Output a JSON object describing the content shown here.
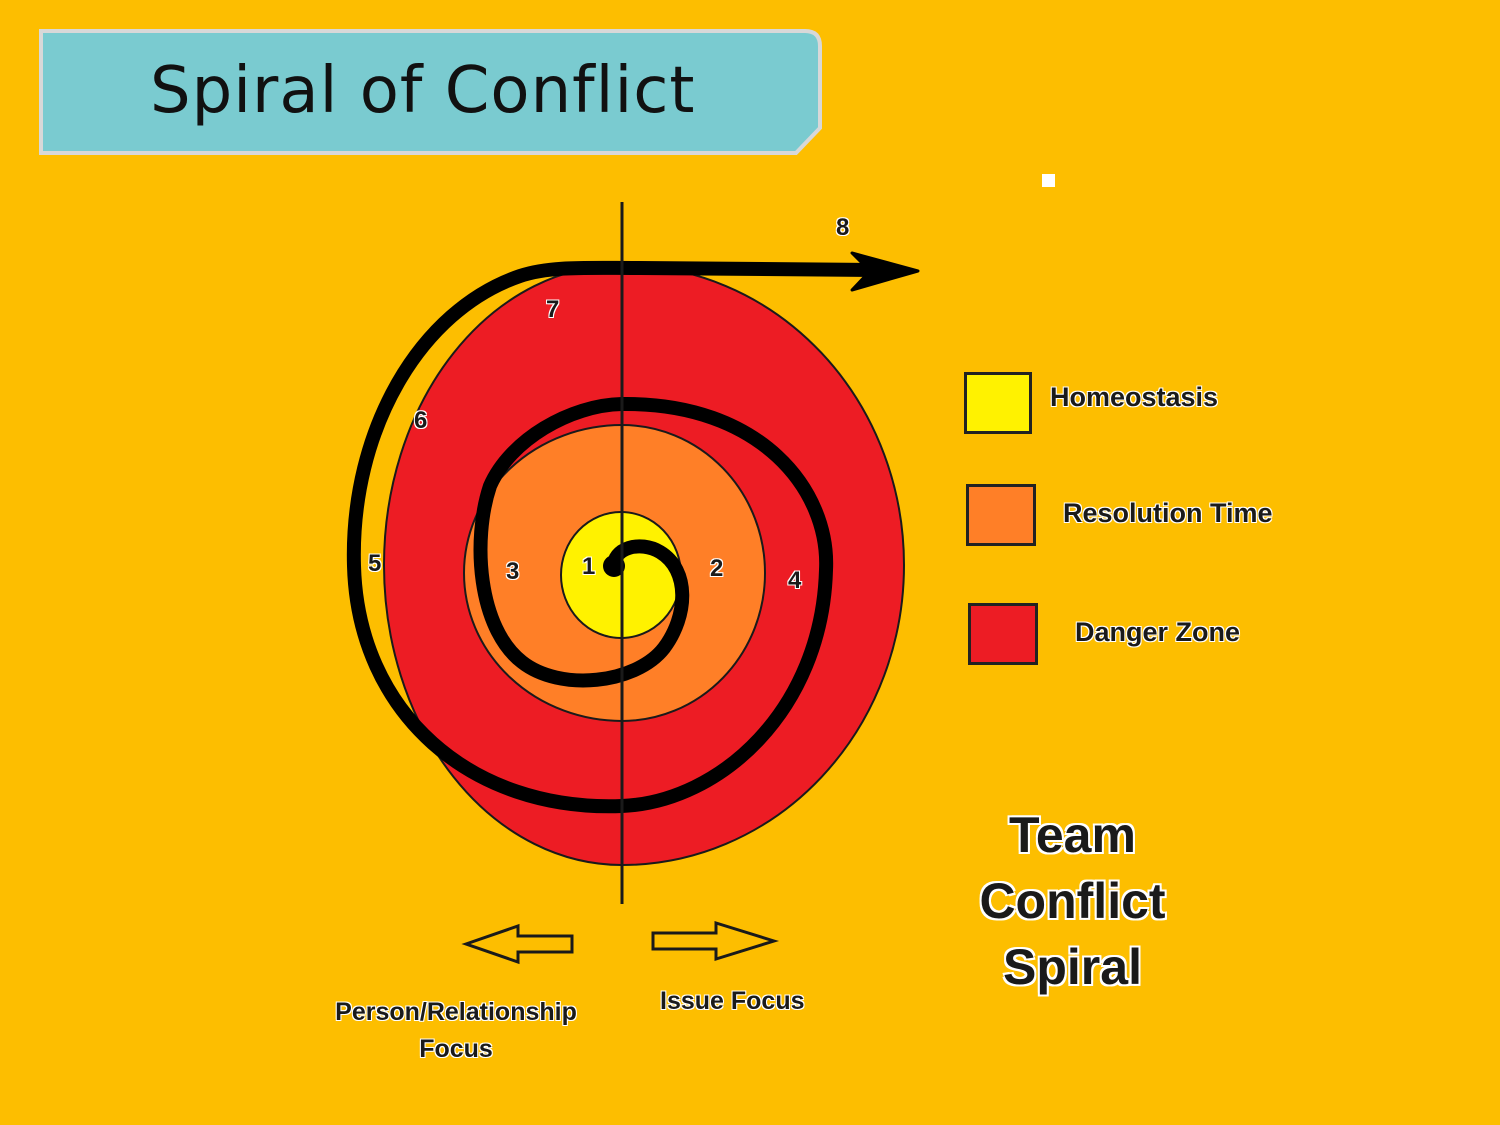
{
  "title": "Spiral of Conflict",
  "colors": {
    "background": "#FDBE00",
    "banner": "#7ACBD0",
    "homeostasis": "#FFF200",
    "resolution_time": "#FF7F27",
    "danger_zone": "#ED1C24"
  },
  "spiral_numbers": [
    "1",
    "2",
    "3",
    "4",
    "5",
    "6",
    "7",
    "8"
  ],
  "legend": [
    {
      "label": "Homeostasis",
      "color": "#FFF200"
    },
    {
      "label": "Resolution Time",
      "color": "#FF7F27"
    },
    {
      "label": "Danger Zone",
      "color": "#ED1C24"
    }
  ],
  "diagram_title": {
    "line1": "Team",
    "line2": "Conflict",
    "line3": "Spiral"
  },
  "focus": {
    "left_line1": "Person/Relationship",
    "left_line2": "Focus",
    "right": "Issue Focus"
  }
}
